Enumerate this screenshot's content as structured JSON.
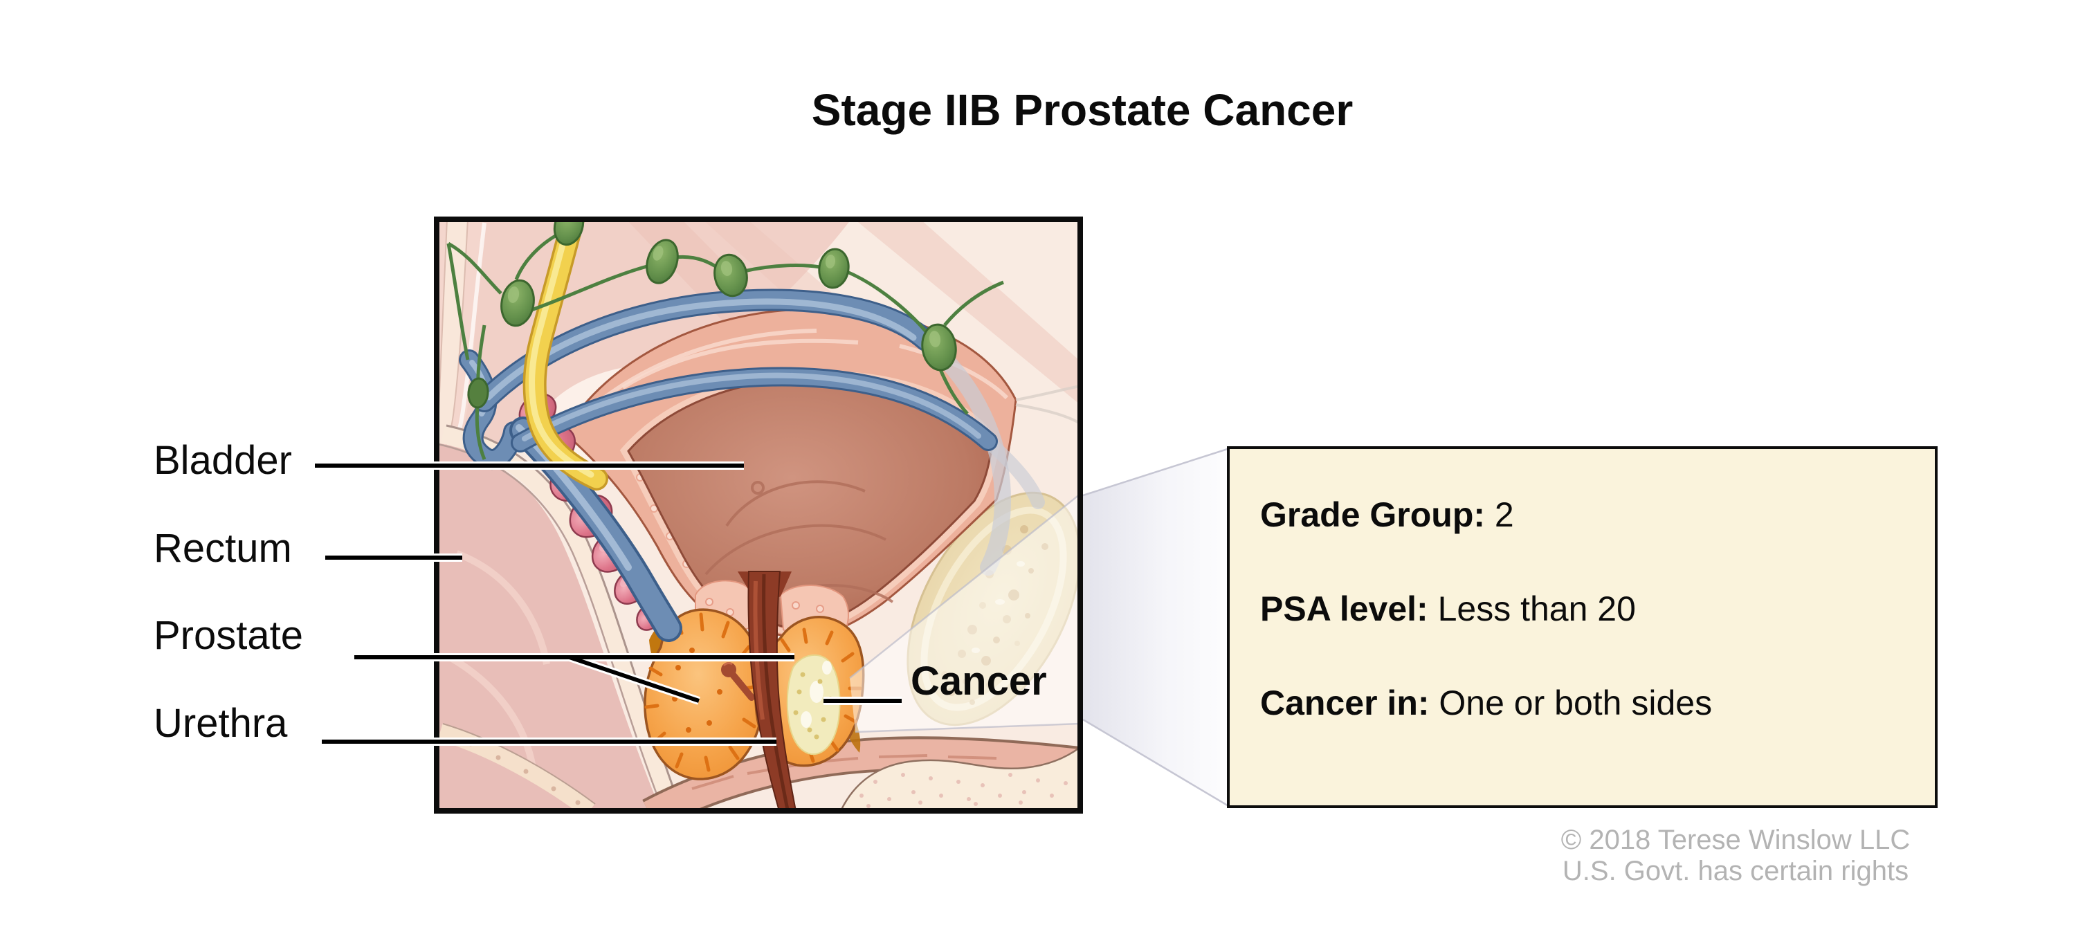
{
  "title": "Stage IIB Prostate Cancer",
  "anatomy_labels": {
    "bladder": "Bladder",
    "rectum": "Rectum",
    "prostate": "Prostate",
    "urethra": "Urethra",
    "cancer": "Cancer"
  },
  "info_panel": {
    "rows": [
      {
        "label": "Grade Group:",
        "value": " 2"
      },
      {
        "label": "PSA level:",
        "value": " Less than 20"
      },
      {
        "label": "Cancer in:",
        "value": " One or both sides"
      }
    ]
  },
  "credit": {
    "line1": "© 2018 Terese Winslow LLC",
    "line2": "U.S. Govt. has certain rights"
  },
  "colors": {
    "page_background": "#ffffff",
    "panel_background": "#faf3dc",
    "border_black": "#0c0c0c",
    "credit_gray": "#b3b3b3",
    "tissue_pink": "#f1d0c7",
    "bladder_wall": "#edb19c",
    "bladder_interior": "#bc7a64",
    "prostate_orange": "#f09a3e",
    "cancer_pale_yellow": "#f2ebbd",
    "urethra_brown": "#8d3b26",
    "vessel_blue": "#6d8db4",
    "duct_yellow": "#f2d14e",
    "lymph_green": "#64914c",
    "vesicle_pink": "#dd7389",
    "bone_tan": "#ead9ad",
    "callout_gray": "#e3e3ec"
  }
}
